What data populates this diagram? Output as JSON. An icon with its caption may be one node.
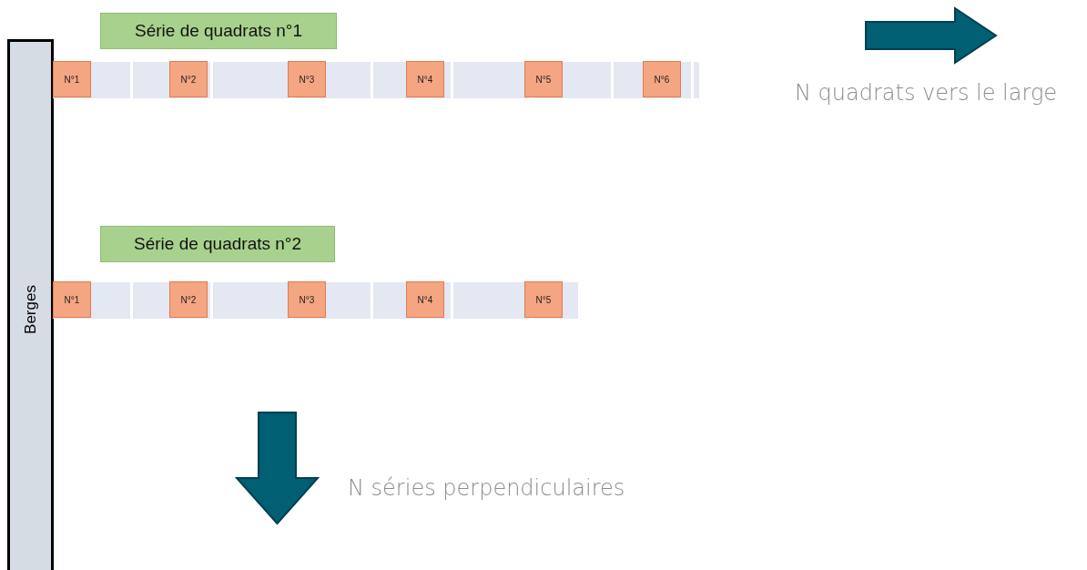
{
  "diagram": {
    "nodes": [
      {
        "text": [
          "Berges"
        ]
      },
      {
        "text": [
          "Série de quadrats n°1"
        ]
      },
      {
        "text": [],
        "shape": "bar"
      },
      {
        "text": [
          "N°1"
        ],
        "in": 2
      },
      {
        "text": [
          "N°2"
        ],
        "in": 2
      },
      {
        "text": [
          "N°3"
        ],
        "in": 2
      },
      {
        "text": [
          "N°4"
        ],
        "in": 2
      },
      {
        "text": [
          "N°5"
        ],
        "in": 2
      },
      {
        "text": [
          "N°6"
        ],
        "in": 2
      },
      {
        "text": [
          "Série de quadrats n°2"
        ]
      },
      {
        "text": [],
        "shape": "bar"
      },
      {
        "text": [
          "N°1"
        ],
        "in": 10
      },
      {
        "text": [
          "N°2"
        ],
        "in": 10
      },
      {
        "text": [
          "N°3"
        ],
        "in": 10
      },
      {
        "text": [
          "N°4"
        ],
        "in": 10
      },
      {
        "text": [
          "N°5"
        ],
        "in": 10
      }
    ],
    "edges": [],
    "labels": [
      "N quadrats vers le large",
      "N séries perpendiculaires"
    ]
  }
}
